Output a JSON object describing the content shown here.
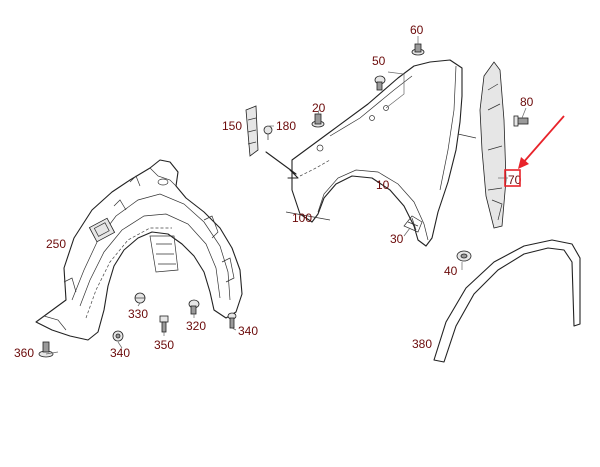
{
  "diagram": {
    "labels": {
      "p10": "10",
      "p20": "20",
      "p30": "30",
      "p40": "40",
      "p50": "50",
      "p60": "60",
      "p70": "70",
      "p80": "80",
      "p100": "100",
      "p150": "150",
      "p180": "180",
      "p250": "250",
      "p320": "320",
      "p330": "330",
      "p340a": "340",
      "p340b": "340",
      "p350": "350",
      "p360": "360",
      "p380": "380"
    },
    "colors": {
      "label": "#6b0a0a",
      "highlight_box": "#e8232a",
      "arrow": "#e8232a",
      "line": "#222222"
    }
  }
}
